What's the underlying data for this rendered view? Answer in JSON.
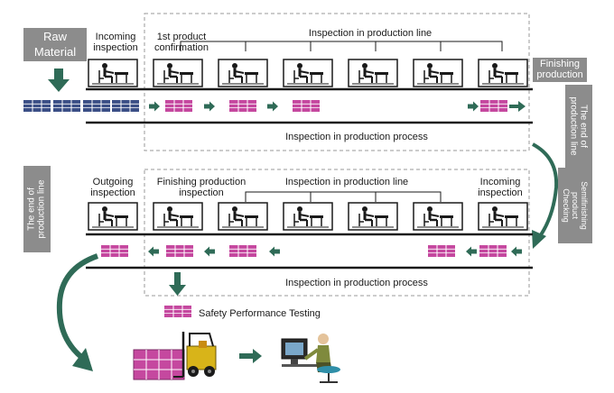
{
  "colors": {
    "arrow_green": "#2f6b57",
    "tray_magenta": "#c5489f",
    "tray_blue": "#3b4f86",
    "tag_gray": "#8c8c8c",
    "line_black": "#1a1a1a",
    "dashed_border": "#9a9a9a"
  },
  "raw_material": {
    "line1": "Raw",
    "line2": "Material"
  },
  "top": {
    "incoming_l1": "Incoming",
    "incoming_l2": "inspection",
    "first_l1": "1st product",
    "first_l2": "confirmation",
    "inline": "Inspection in production line",
    "process": "Inspection in production process"
  },
  "right_tags": {
    "finishing_l1": "Finishing",
    "finishing_l2": "production",
    "end_l1": "The end of",
    "end_l2": "production line",
    "semi_l1": "Semifinishing",
    "semi_l2": "product",
    "semi_l3": "Checking"
  },
  "bottom": {
    "outgoing_l1": "Outgoing",
    "outgoing_l2": "inspection",
    "finishing_l1": "Finishing production",
    "finishing_l2": "inspection",
    "inline": "Inspection in production line",
    "incoming_l1": "Incoming",
    "incoming_l2": "inspection",
    "process": "Inspection in production process"
  },
  "left_tag": {
    "line1": "The end of",
    "line2": "production line"
  },
  "safety": "Safety Performance Testing",
  "icons": {
    "workstation": "worker-at-bench-icon",
    "tray": "product-tray-icon",
    "forklift": "forklift-icon",
    "computer": "person-at-computer-icon"
  }
}
